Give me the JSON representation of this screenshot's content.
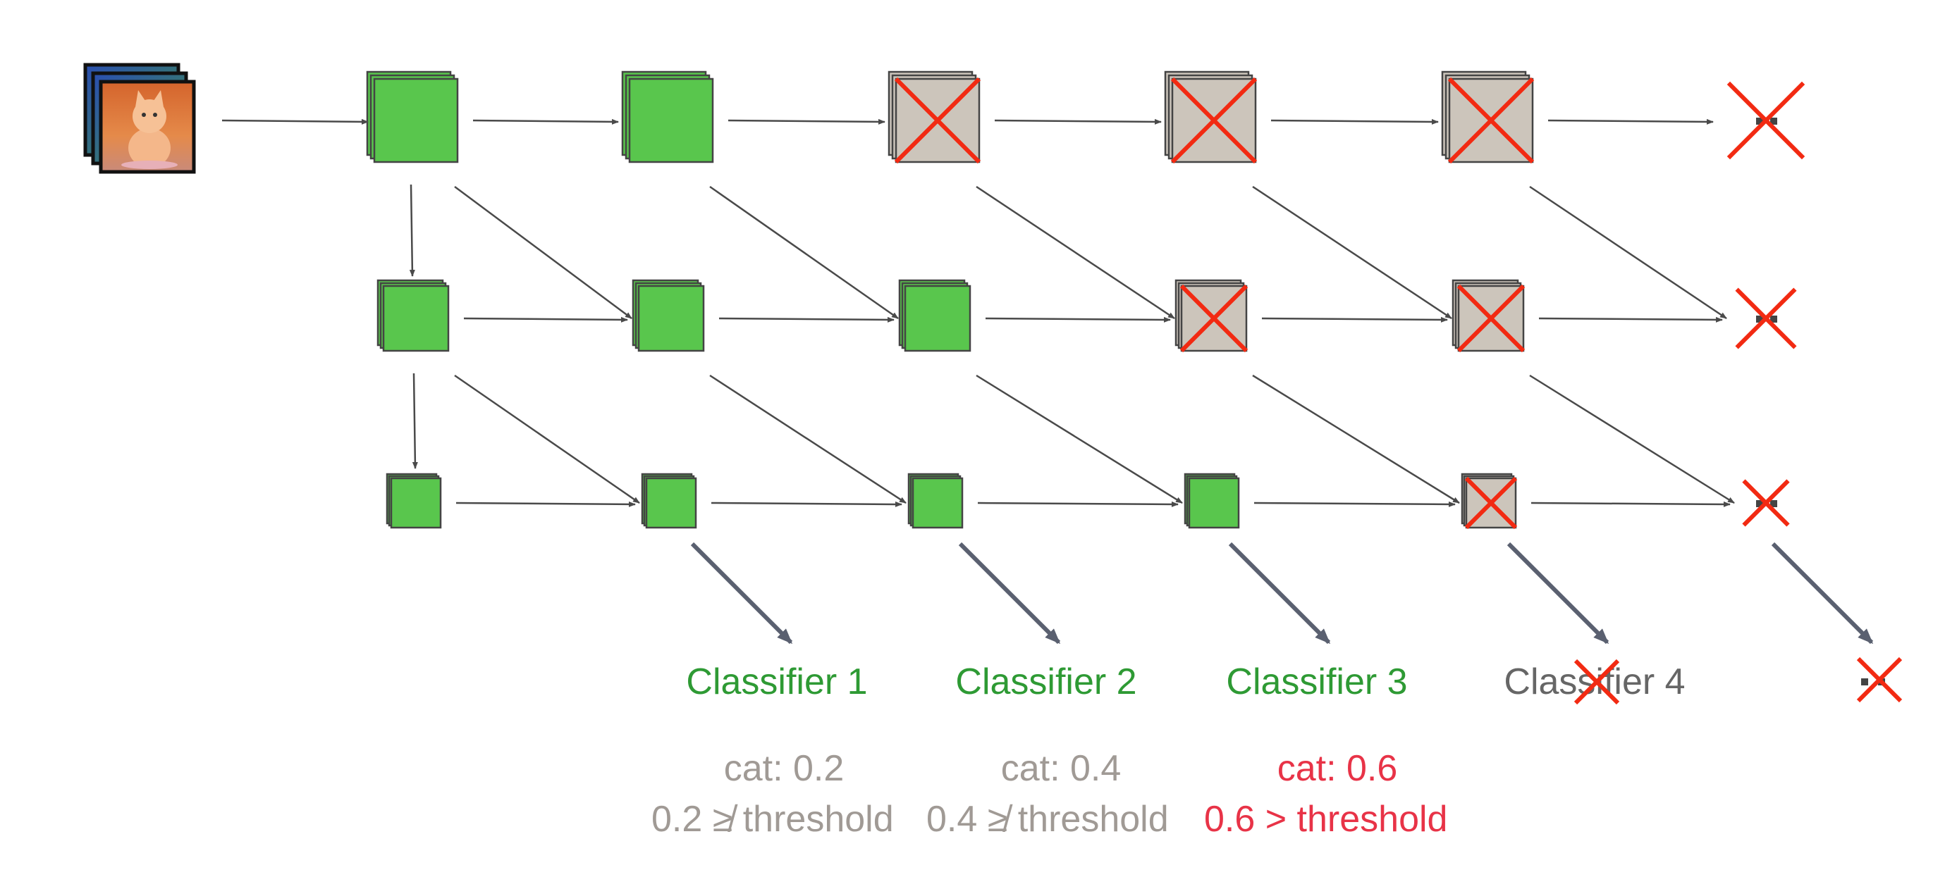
{
  "classifiers": [
    {
      "label": "Classifier 1",
      "state": "active"
    },
    {
      "label": "Classifier 2",
      "state": "active"
    },
    {
      "label": "Classifier 3",
      "state": "active"
    },
    {
      "label": "Classifier 4",
      "state": "skipped"
    }
  ],
  "predictions": [
    {
      "prob": "cat: 0.2",
      "rule": "0.2 ≱ threshold",
      "exited": false
    },
    {
      "prob": "cat: 0.4",
      "rule": "0.4 ≱ threshold",
      "exited": false
    },
    {
      "prob": "cat: 0.6",
      "rule": "0.6 > threshold",
      "exited": true
    }
  ],
  "colors": {
    "active_block": "#59c64d",
    "skipped_block": "#ccc5bb",
    "block_border": "#444444",
    "cross": "#f22a12",
    "arrow": "#4a4a4a",
    "classifier_arrow": "#5a6070",
    "classifier_active": "#2e9a34",
    "classifier_skipped": "#666666",
    "prediction_pending": "#a09a95",
    "prediction_exit": "#e83347"
  },
  "icons": {
    "input_image": "cat-image-icon",
    "cross": "cross-icon"
  }
}
